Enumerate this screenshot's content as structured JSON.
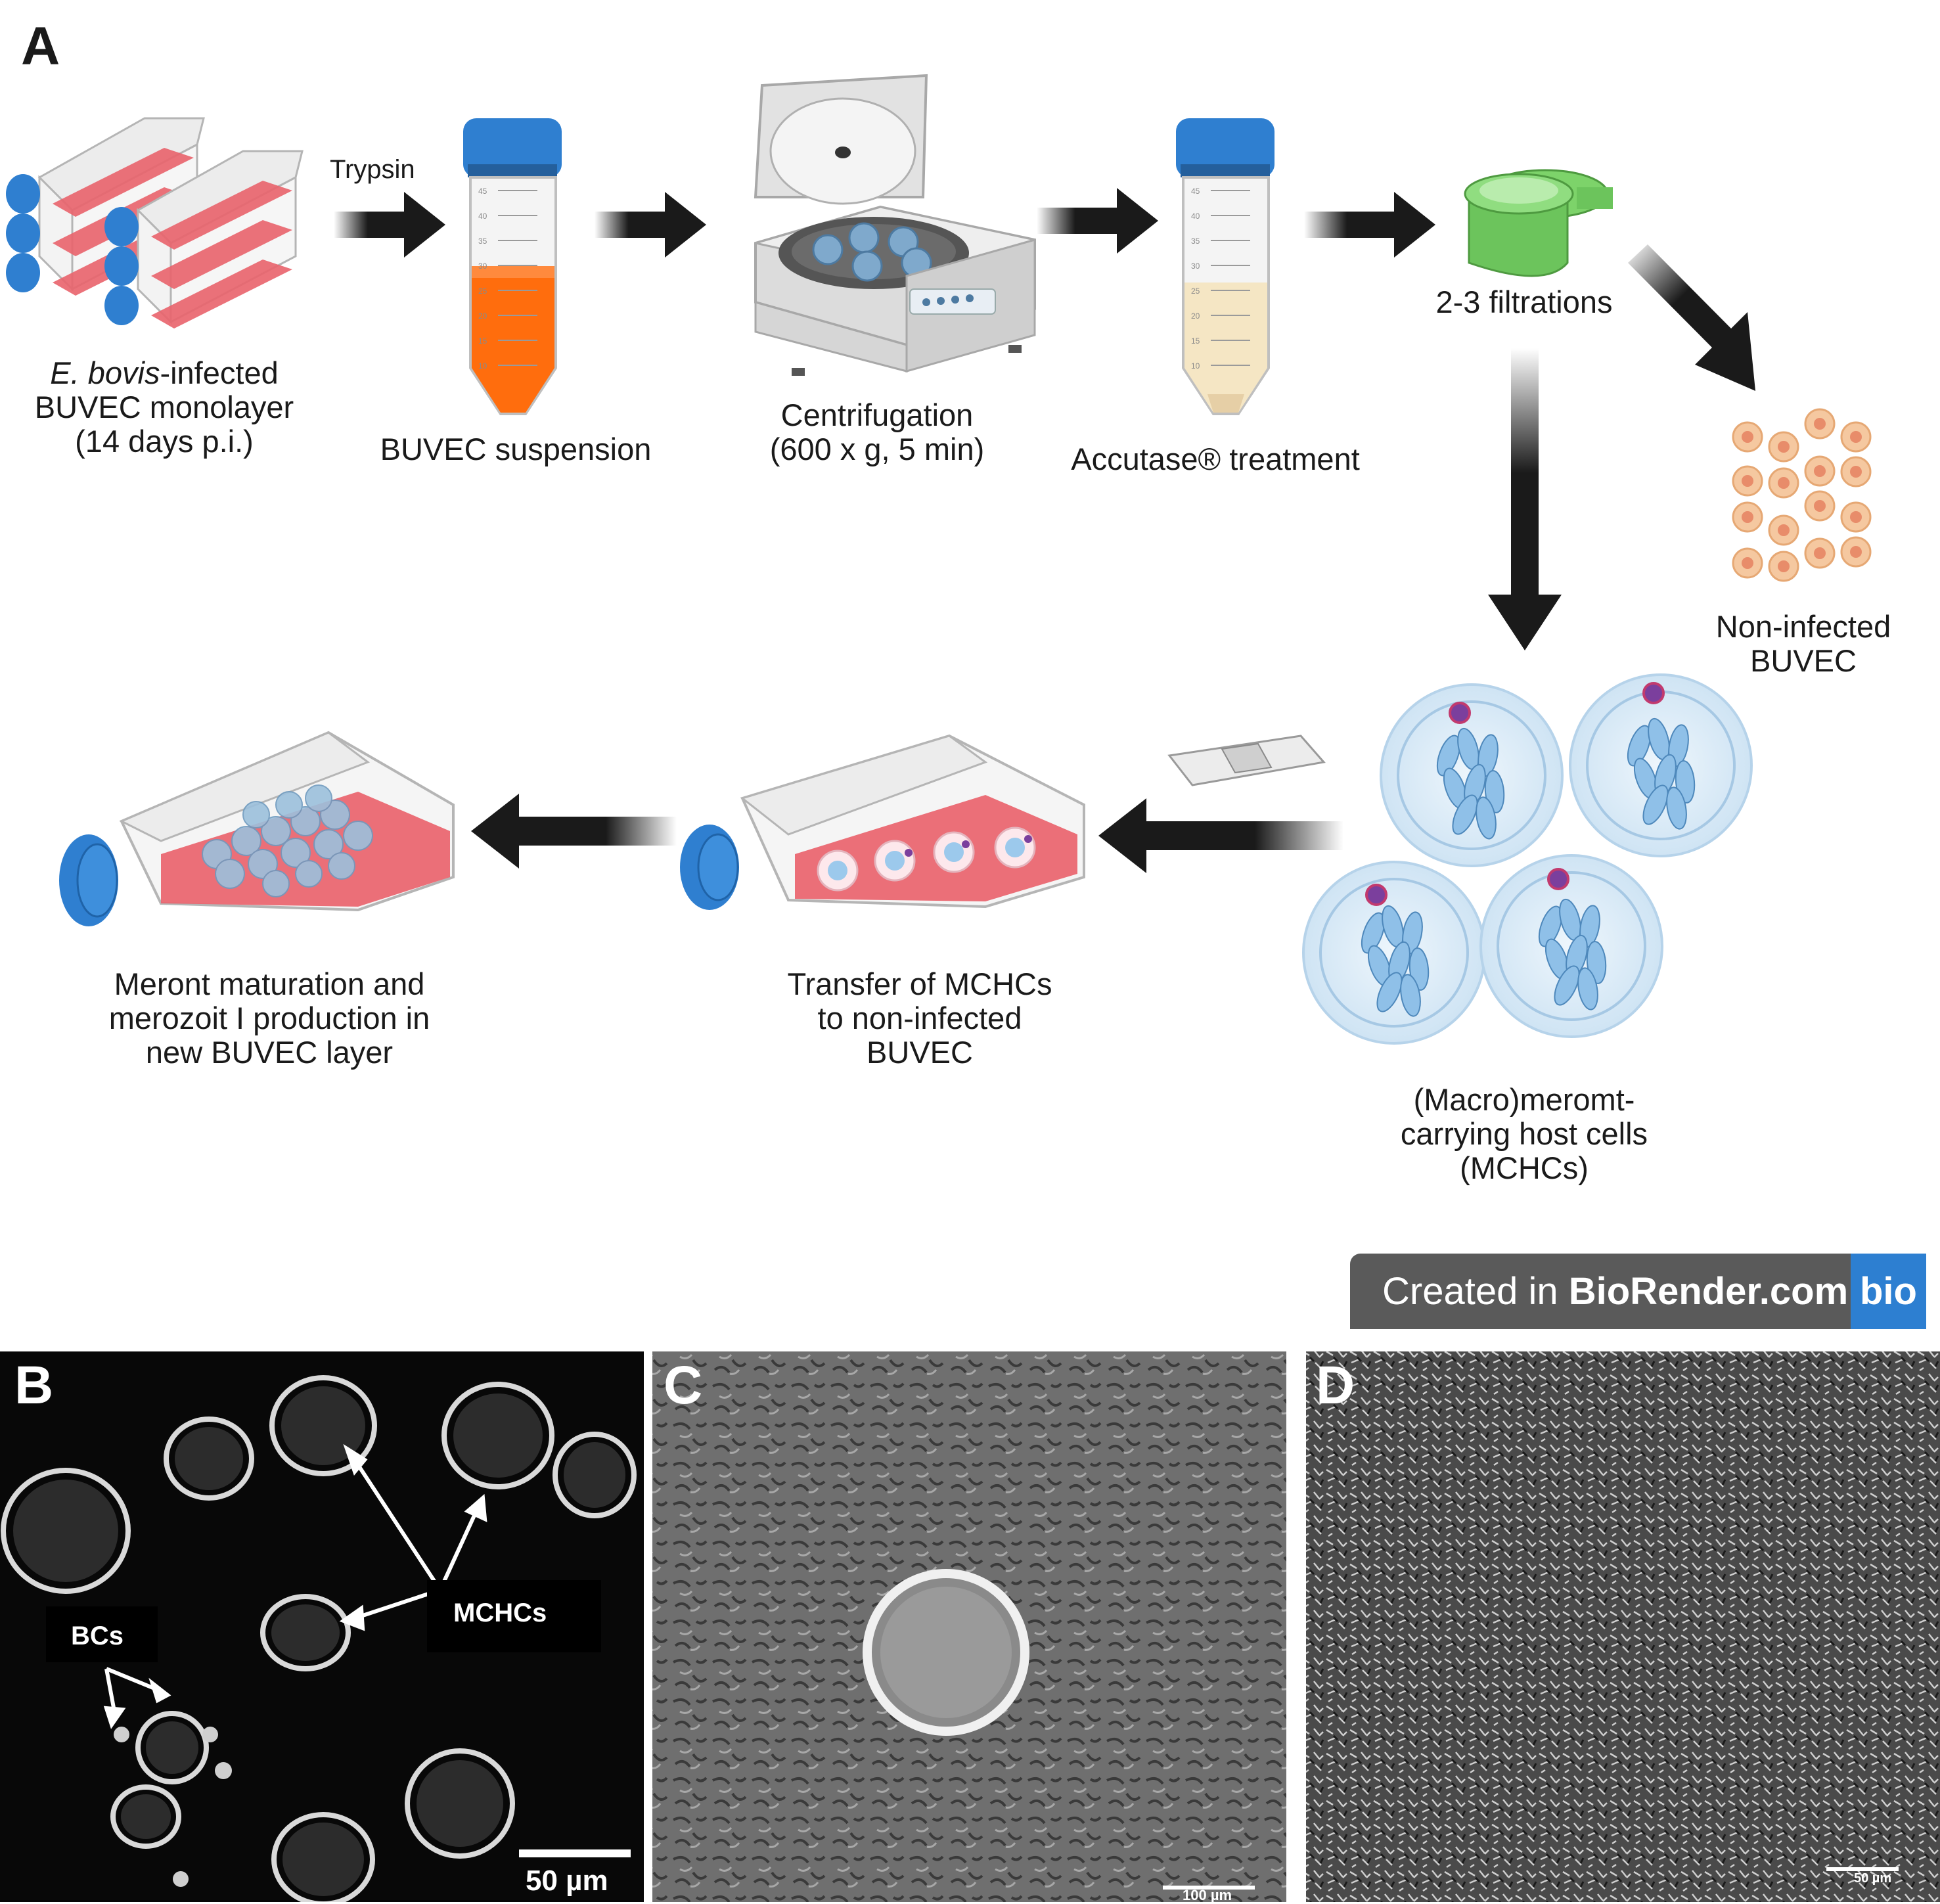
{
  "panels": {
    "a": "A",
    "b": "B",
    "c": "C",
    "d": "D"
  },
  "steps": {
    "trypsin": "Trypsin",
    "flasks_label": {
      "italic": "E. bovis",
      "rest1": "-infected",
      "line2": "BUVEC monolayer",
      "line3": "(14 days p.i.)"
    },
    "suspension_label": "BUVEC suspension",
    "centrifugation_label": {
      "line1": "Centrifugation",
      "line2": "(600 x g, 5 min)"
    },
    "accutase_label": "Accutase® treatment",
    "filtration_label": "2-3 filtrations",
    "noninfected_label": {
      "line1": "Non-infected",
      "line2": "BUVEC"
    },
    "mchc_label": {
      "line1": "(Macro)meromt-",
      "line2": "carrying host cells",
      "line3": "(MCHCs)"
    },
    "transfer_label": {
      "line1": "Transfer of MCHCs",
      "line2": "to non-infected",
      "line3": "BUVEC"
    },
    "meront_label": {
      "line1": "Meront maturation and",
      "line2": "merozoit I production in",
      "line3": "new BUVEC layer"
    }
  },
  "tube_scale": [
    "45",
    "40",
    "35",
    "30",
    "25",
    "20",
    "15",
    "10"
  ],
  "watermark": {
    "prefix": "Created in ",
    "brand": "BioRender.com",
    "logo": "bio"
  },
  "micrographs": {
    "b": {
      "mchc_label": "MCHCs",
      "bc_label": "BCs",
      "scale": "50 µm"
    },
    "c": {
      "scale": "100 µm"
    },
    "d": {
      "scale": "50 µm"
    }
  },
  "colors": {
    "flask_medium": "#e9636c",
    "cap_blue": "#2f7fd0",
    "arrow": "#1a1a1a",
    "suspension_orange": "#ff6d0d",
    "accutase_cream": "#f5e6c4",
    "filter_green": "#6cc45c",
    "buvec_cell": "#f5c8a0",
    "mchc_blue": "#9cc9ec",
    "watermark_bg": "#5a5a5a",
    "logo_bg": "#2d7fd1"
  }
}
